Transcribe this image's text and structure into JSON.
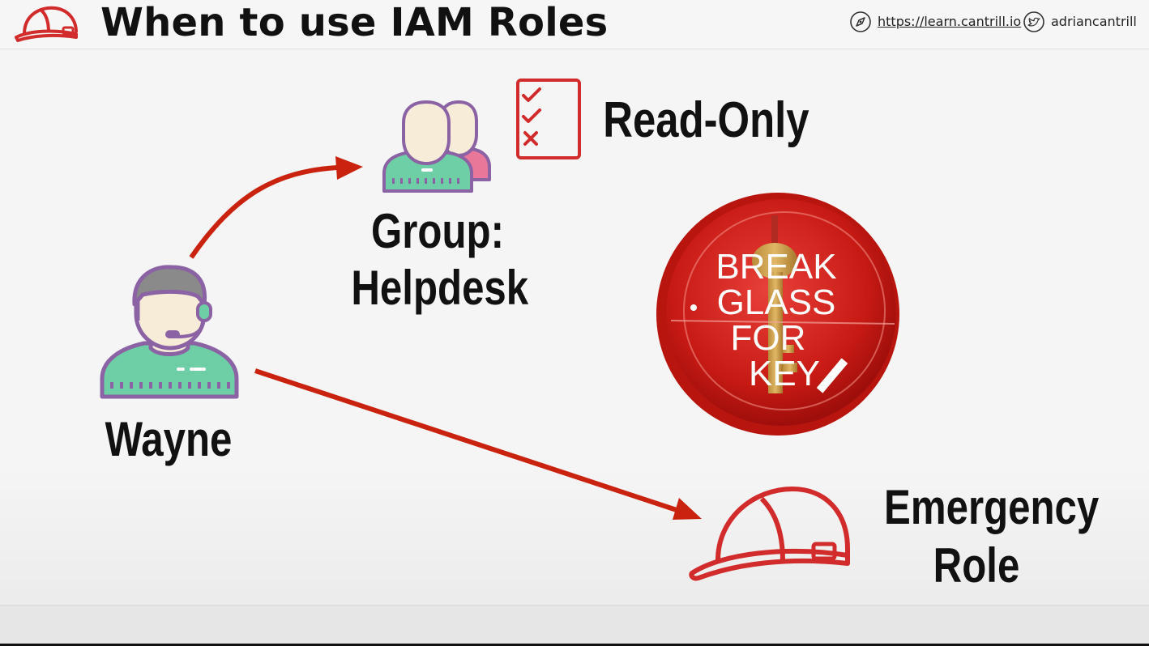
{
  "header": {
    "title": "When to use IAM Roles",
    "website": "https://learn.cantrill.io",
    "twitter": "adriancantrill"
  },
  "diagram": {
    "user_label": "Wayne",
    "group_label_line1": "Group:",
    "group_label_line2": "Helpdesk",
    "permission_label": "Read-Only",
    "break_glass": {
      "line1": "BREAK",
      "line2": "GLASS",
      "line3": "FOR",
      "line4": "KEY"
    },
    "role_label_line1": "Emergency",
    "role_label_line2": "Role"
  },
  "colors": {
    "accent_red": "#d12b2b",
    "arrow_red": "#c9230f",
    "person_green": "#6ecfa6",
    "outline_purple": "#8b62a3",
    "group_pink": "#e8779a"
  }
}
